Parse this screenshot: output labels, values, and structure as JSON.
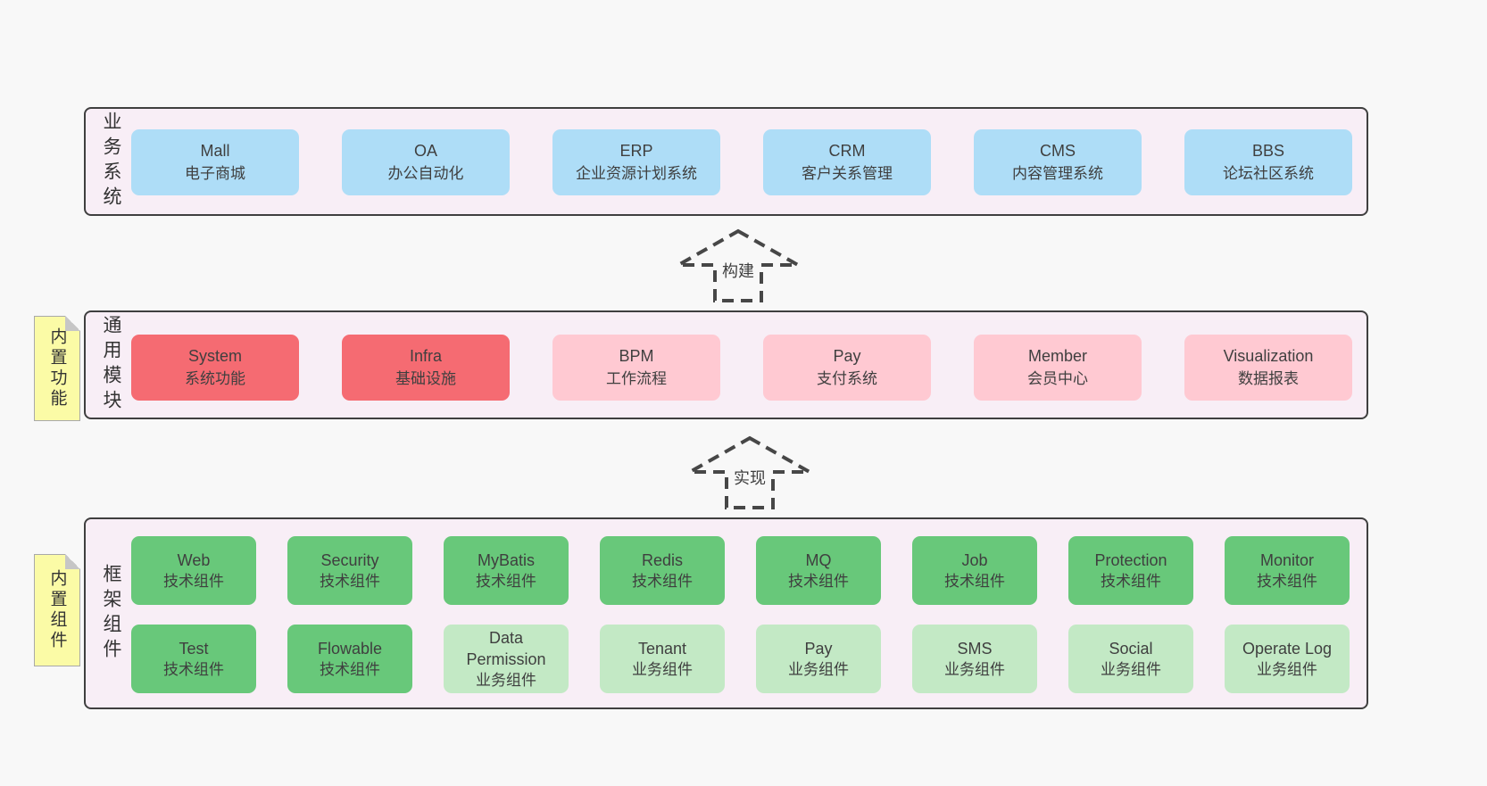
{
  "colors": {
    "page_background": "#f8f8f8",
    "panel_background": "#f8eef6",
    "panel_border": "#3f3f3f",
    "box_blue": "#aeddf7",
    "box_red": "#f56b72",
    "box_pink": "#ffc9d2",
    "box_green": "#68c87a",
    "box_light_green": "#c3e9c5",
    "note_yellow": "#fbfba6",
    "text": "#3f3f3f"
  },
  "arrows": {
    "build": "构建",
    "implement": "实现"
  },
  "panels": {
    "business": {
      "label": "业务系统",
      "boxes": [
        {
          "name": "Mall",
          "desc": "电子商城"
        },
        {
          "name": "OA",
          "desc": "办公自动化"
        },
        {
          "name": "ERP",
          "desc": "企业资源计划系统"
        },
        {
          "name": "CRM",
          "desc": "客户关系管理"
        },
        {
          "name": "CMS",
          "desc": "内容管理系统"
        },
        {
          "name": "BBS",
          "desc": "论坛社区系统"
        }
      ]
    },
    "modules": {
      "label": "通用模块",
      "note": "内置功能",
      "boxes": [
        {
          "name": "System",
          "desc": "系统功能"
        },
        {
          "name": "Infra",
          "desc": "基础设施"
        },
        {
          "name": "BPM",
          "desc": "工作流程"
        },
        {
          "name": "Pay",
          "desc": "支付系统"
        },
        {
          "name": "Member",
          "desc": "会员中心"
        },
        {
          "name": "Visualization",
          "desc": "数据报表"
        }
      ]
    },
    "framework": {
      "label": "框架组件",
      "note": "内置组件",
      "row1": [
        {
          "name": "Web",
          "desc": "技术组件"
        },
        {
          "name": "Security",
          "desc": "技术组件"
        },
        {
          "name": "MyBatis",
          "desc": "技术组件"
        },
        {
          "name": "Redis",
          "desc": "技术组件"
        },
        {
          "name": "MQ",
          "desc": "技术组件"
        },
        {
          "name": "Job",
          "desc": "技术组件"
        },
        {
          "name": "Protection",
          "desc": "技术组件"
        },
        {
          "name": "Monitor",
          "desc": "技术组件"
        }
      ],
      "row2": [
        {
          "name": "Test",
          "desc": "技术组件"
        },
        {
          "name": "Flowable",
          "desc": "技术组件"
        },
        {
          "name": "Data Permission",
          "desc": "业务组件"
        },
        {
          "name": "Tenant",
          "desc": "业务组件"
        },
        {
          "name": "Pay",
          "desc": "业务组件"
        },
        {
          "name": "SMS",
          "desc": "业务组件"
        },
        {
          "name": "Social",
          "desc": "业务组件"
        },
        {
          "name": "Operate Log",
          "desc": "业务组件"
        }
      ]
    }
  }
}
